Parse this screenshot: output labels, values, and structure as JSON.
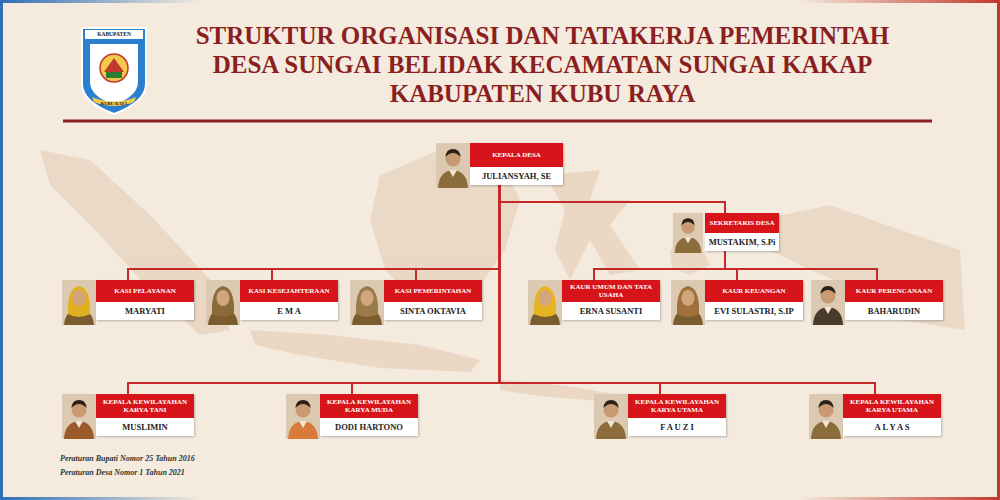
{
  "diagram": {
    "title": "STRUKTUR ORGANISASI DAN TATAKERJA PEMERINTAH DESA SUNGAI BELIDAK KECAMATAN SUNGAI KAKAP KABUPATEN KUBU RAYA",
    "nodes": [
      {
        "text": [
          "KEPALA DESA",
          "JULIANSYAH, SE"
        ]
      },
      {
        "text": [
          "SEKRETARIS DESA",
          "MUSTAKIM, S.Pi"
        ]
      },
      {
        "text": [
          "KASI PELAYANAN",
          "MARYATI"
        ]
      },
      {
        "text": [
          "KASI KESEJAHTERAAN",
          "E M A"
        ]
      },
      {
        "text": [
          "KASI PEMERINTAHAN",
          "SINTA OKTAVIA"
        ]
      },
      {
        "text": [
          "KAUR UMUM DAN TATA USAHA",
          "ERNA SUSANTI"
        ]
      },
      {
        "text": [
          "KAUR KEUANGAN",
          "EVI SULASTRI, S.IP"
        ]
      },
      {
        "text": [
          "KAUR PERENCANAAN",
          "BAHARUDIN"
        ]
      },
      {
        "text": [
          "KEPALA KEWILAYAHAN KARYA TANI",
          "MUSLIMIN"
        ]
      },
      {
        "text": [
          "KEPALA KEWILAYAHAN KARYA MUDA",
          "DODI HARTONO"
        ]
      },
      {
        "text": [
          "KEPALA KEWILAYAHAN KARYA UTAMA",
          "F A U Z I"
        ]
      },
      {
        "text": [
          "KEPALA KEWILAYAHAN KARYA UTAMA",
          "A L Y A S"
        ]
      }
    ],
    "edges": [
      {
        "from": 0,
        "to": 1,
        "arrow": "none"
      },
      {
        "from": 0,
        "to": 2,
        "arrow": "none"
      },
      {
        "from": 0,
        "to": 3,
        "arrow": "none"
      },
      {
        "from": 0,
        "to": 4,
        "arrow": "none"
      },
      {
        "from": 1,
        "to": 5,
        "arrow": "none"
      },
      {
        "from": 1,
        "to": 6,
        "arrow": "none"
      },
      {
        "from": 1,
        "to": 7,
        "arrow": "none"
      },
      {
        "from": 0,
        "to": 8,
        "arrow": "none"
      },
      {
        "from": 0,
        "to": 9,
        "arrow": "none"
      },
      {
        "from": 0,
        "to": 10,
        "arrow": "none"
      },
      {
        "from": 0,
        "to": 11,
        "arrow": "none"
      }
    ],
    "labels": [
      "KABUPATEN",
      "KUBU RAYA",
      "Peraturan Bupati Nomor 25 Tahun 2016",
      "Peraturan Desa Nomor 1 Tahun 2021"
    ]
  }
}
